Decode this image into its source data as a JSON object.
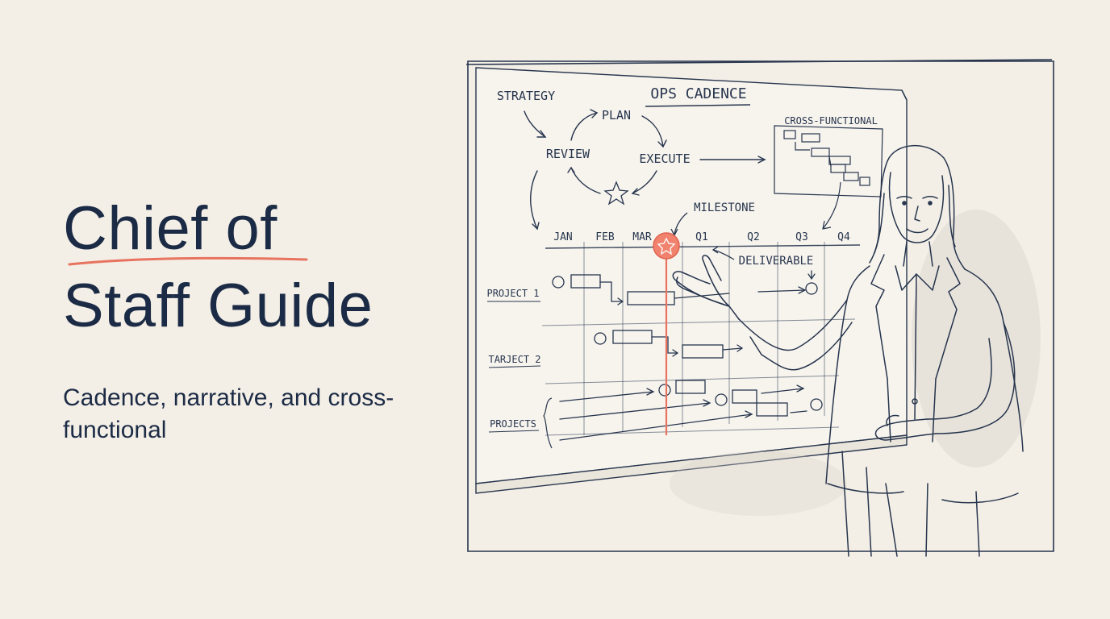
{
  "title": {
    "line1": "Chief of",
    "line2": "Staff Guide"
  },
  "subtitle": "Cadence, narrative, and cross-functional",
  "colors": {
    "ink": "#1c2b45",
    "accent": "#e8735f",
    "paper": "#f3efe7"
  },
  "board": {
    "heading": "OPS CADENCE",
    "cycle": {
      "strategy": "STRATEGY",
      "plan": "PLAN",
      "review": "REVIEW",
      "execute": "EXECUTE"
    },
    "cross_functional": "CROSS-FUNCTIONAL",
    "milestone": "MILESTONE",
    "deliverable": "DELIVERABLE",
    "timeline": [
      "JAN",
      "FEB",
      "MAR",
      "Q1",
      "Q2",
      "Q3",
      "Q4"
    ],
    "rows": [
      "PROJECT 1",
      "TARJECT 2",
      "PROJECTS"
    ]
  }
}
